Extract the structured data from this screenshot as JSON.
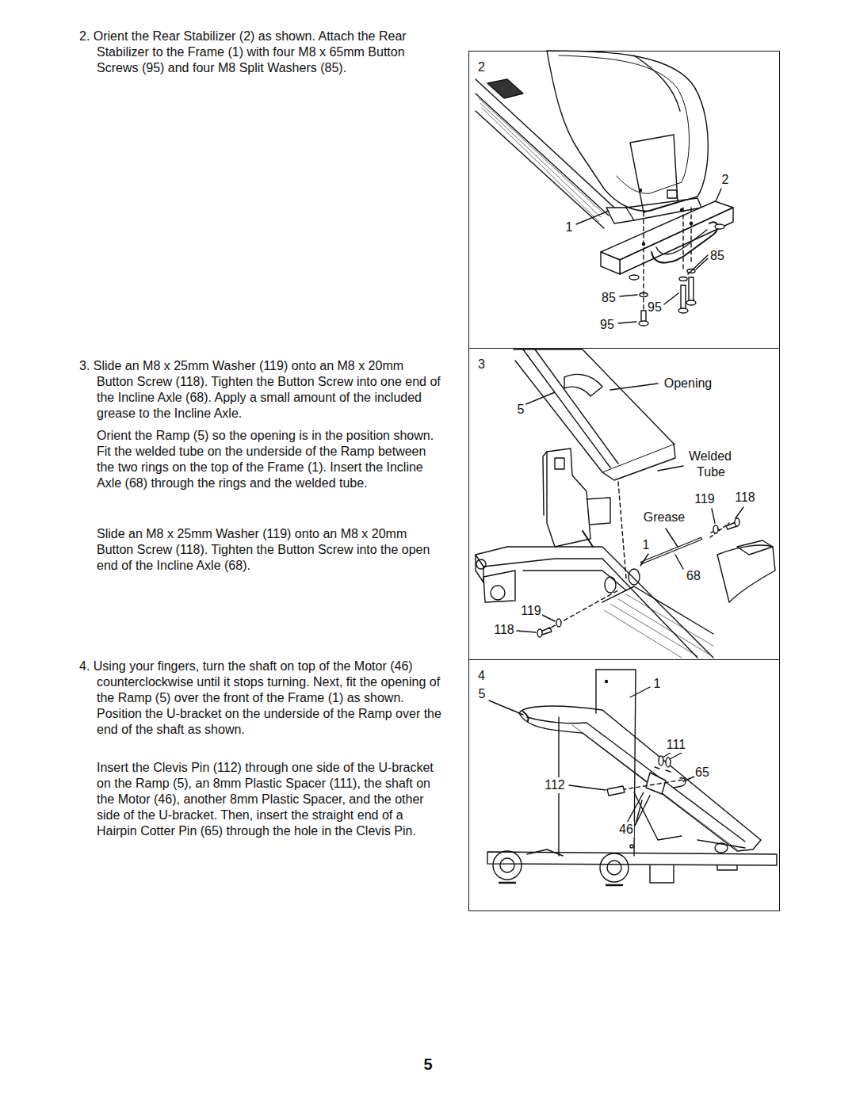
{
  "diagram": {
    "nodes": [
      {
        "text": [
          "2"
        ]
      },
      {
        "text": [
          "3"
        ]
      },
      {
        "text": [
          "4"
        ]
      }
    ],
    "labels": [
      "2. Orient the Rear Stabilizer (2) as shown. Attach the Rear Stabilizer to the Frame (1) with four M8 x 65mm Button Screws (95) and four M8 Split Washers (85).",
      "3. Slide an M8 x 25mm Washer (119) onto an M8 x 20mm Button Screw (118). Tighten the Button Screw into one end of the Incline Axle (68). Apply a small amount of the included grease to the Incline Axle.",
      "Orient the Ramp (5) so the opening is in the position shown. Fit the welded tube on the underside of the Ramp between the two rings on the top of the Frame (1). Insert the Incline Axle (68) through the rings and the welded tube.",
      "Slide an M8 x 25mm Washer (119) onto an M8 x 20mm Button Screw (118). Tighten the Button Screw into the open end of the Incline Axle (68).",
      "4. Using your fingers, turn the shaft on top of the Motor (46) counterclockwise until it stops turning. Next, fit the opening of the Ramp (5) over the front of the Frame (1) as shown. Position the U-bracket on the underside of the Ramp over the end of the shaft as shown.",
      "Insert the Clevis Pin (112) through one side of the U-bracket on the Ramp (5), an 8mm Plastic Spacer (111), the shaft on the Motor (46), another 8mm Plastic Spacer, and the other side of the U-bracket. Then, insert the straight end of a Hairpin Cotter Pin (65) through the hole in the Clevis Pin.",
      "2",
      "1",
      "85",
      "85",
      "95",
      "95",
      "Opening",
      "5",
      "Welded",
      "Tube",
      "119",
      "118",
      "Grease",
      "1",
      "68",
      "119",
      "118",
      "5",
      "1",
      "111",
      "65",
      "112",
      "46",
      "5"
    ]
  }
}
